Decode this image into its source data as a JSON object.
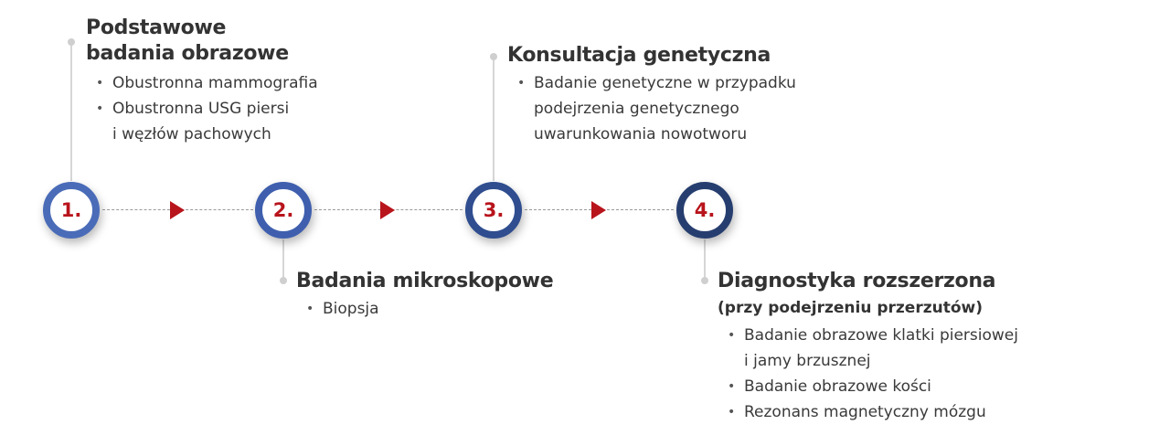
{
  "colors": {
    "accent_red": "#b8141c",
    "step_ring_1": "#4a6cb8",
    "step_ring_2": "#3f5fae",
    "step_ring_3": "#2f4d8f",
    "step_ring_4": "#263e6f",
    "connector": "#9a9a9a",
    "text": "#333333"
  },
  "steps": [
    {
      "number": "1.",
      "title_line1": "Podstawowe",
      "title_line2": "badania obrazowe",
      "items": [
        "Obustronna mammografia",
        "Obustronna USG piersi",
        "i węzłów pachowych"
      ]
    },
    {
      "number": "2.",
      "title": "Badania mikroskopowe",
      "items": [
        "Biopsja"
      ]
    },
    {
      "number": "3.",
      "title": "Konsultacja genetyczna",
      "items": [
        "Badanie genetyczne w przypadku",
        "podejrzenia genetycznego",
        "uwarunkowania nowotworu"
      ]
    },
    {
      "number": "4.",
      "title": "Diagnostyka rozszerzona",
      "subtitle": "(przy podejrzeniu przerzutów)",
      "items": [
        "Badanie obrazowe klatki piersiowej",
        "i jamy brzusznej",
        "Badanie obrazowe kości",
        "Rezonans magnetyczny mózgu"
      ]
    }
  ],
  "arrows": [
    "arrow-right-icon",
    "arrow-right-icon",
    "arrow-right-icon"
  ]
}
